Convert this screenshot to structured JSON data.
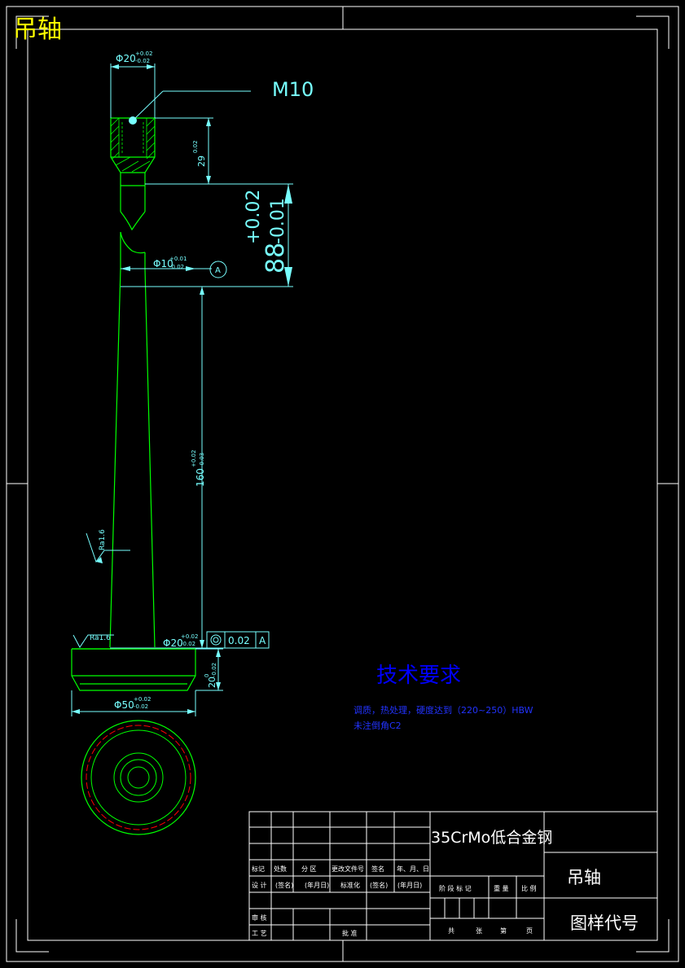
{
  "title_corner": "吊轴",
  "thread_label": "M10",
  "dims": {
    "top_dia_main": "Φ20",
    "top_dia_tol_up": "+0.02",
    "top_dia_tol_dn": "-0.02",
    "thread_depth": "29",
    "thread_depth_tol": "0.02",
    "length_main": "88",
    "length_tol_up": "+0.02",
    "length_tol_dn": "-0.01",
    "neck_dia_main": "Φ10",
    "neck_dia_tol_up": "+0.01",
    "neck_dia_tol_dn": "-0.02",
    "datum": "A",
    "taper_len": "160",
    "taper_len_tol_up": "+0.02",
    "taper_len_tol_dn": "-0.03",
    "roughness_1": "Ra1.6",
    "roughness_2": "Ra1.6",
    "base_dia_main": "Φ20",
    "base_dia_tol_up": "+0.02",
    "base_dia_tol_dn": "-0.02",
    "runout_value": "0.02",
    "runout_datum": "A",
    "flange_thick": "20",
    "flange_thick_tol_up": "0",
    "flange_thick_tol_dn": "-0.02",
    "flange_dia_main": "Φ50",
    "flange_dia_tol_up": "+0.02",
    "flange_dia_tol_dn": "-0.02"
  },
  "tech_req": {
    "heading": "技术要求",
    "line1": "调质，热处理，硬度达到（220~250）HBW",
    "line2": "未注倒角C2"
  },
  "title_block": {
    "material": "35CrMo低合金钢",
    "part_name": "吊轴",
    "drawing_no": "图样代号",
    "h_mark": "标记",
    "h_count": "处数",
    "h_zone": "分 区",
    "h_docno": "更改文件号",
    "h_sign": "签名",
    "h_date": "年、月、日",
    "r_design": "设 计",
    "r_sign": "(签名)",
    "r_date": "(年月日)",
    "r_std": "标准化",
    "r_sign2": "(签名)",
    "r_date2": "(年月日)",
    "stage": "阶 段 标 记",
    "weight": "重 量",
    "scale": "比 例",
    "check": "审 核",
    "process": "工 艺",
    "approve": "批 准",
    "total": "共",
    "sheet": "张",
    "page_no": "第",
    "page": "页"
  },
  "colors": {
    "outline": "#00ff00",
    "dimension": "#77ffff",
    "frame": "#ffffff",
    "heading": "#0000ff",
    "corner_title": "#ffff00",
    "hidden": "#ff0000"
  }
}
